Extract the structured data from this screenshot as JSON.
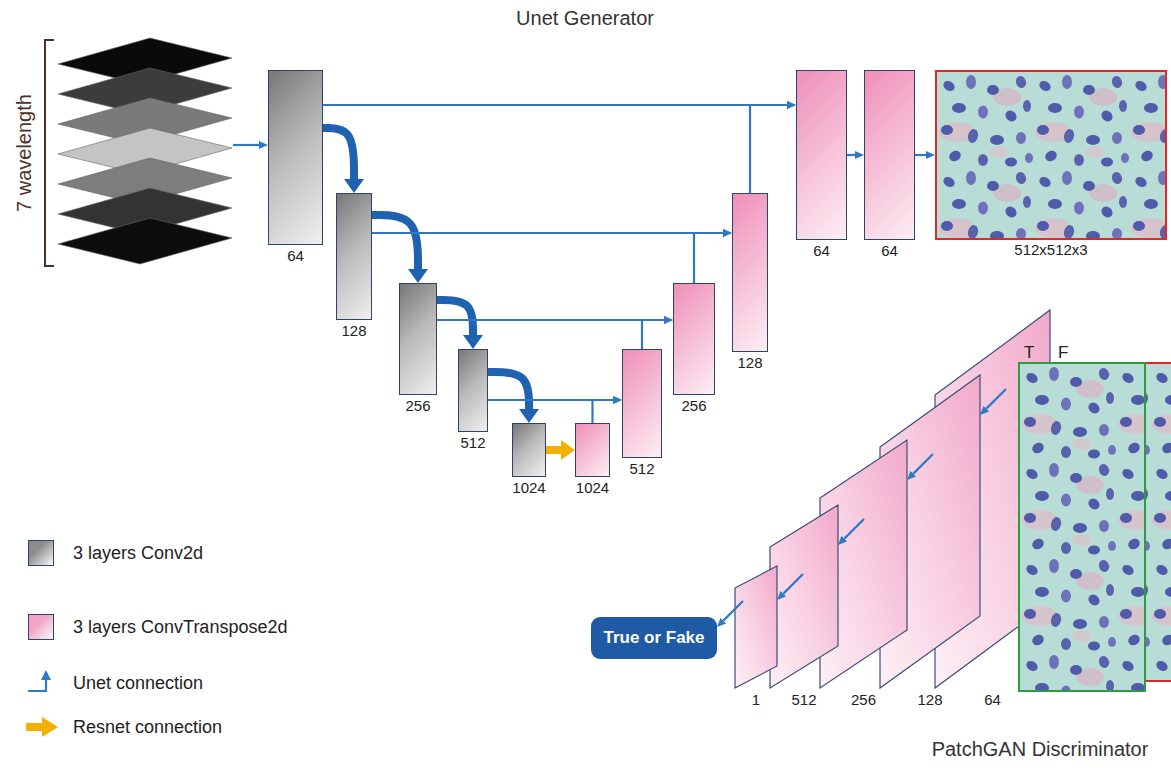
{
  "diagram": {
    "title": "Unet Generator",
    "nodes": [
      {
        "text": [
          "7 wavelength"
        ]
      },
      {
        "text": [
          "64"
        ]
      },
      {
        "text": [
          "128"
        ]
      },
      {
        "text": [
          "256"
        ]
      },
      {
        "text": [
          "512"
        ]
      },
      {
        "text": [
          "1024"
        ]
      },
      {
        "text": [
          "1024"
        ]
      },
      {
        "text": [
          "512"
        ]
      },
      {
        "text": [
          "256"
        ]
      },
      {
        "text": [
          "128"
        ]
      },
      {
        "text": [
          "64"
        ]
      },
      {
        "text": [
          "64"
        ]
      },
      {
        "text": [
          "512x512x3"
        ]
      },
      {
        "text": [
          "True or Fake"
        ]
      },
      {
        "text": [
          "1"
        ]
      },
      {
        "text": [
          "512"
        ]
      },
      {
        "text": [
          "256"
        ]
      },
      {
        "text": [
          "128"
        ]
      },
      {
        "text": [
          "64"
        ]
      },
      {
        "text": [
          "T"
        ]
      },
      {
        "text": [
          "F"
        ]
      }
    ],
    "edges": [
      {
        "from": 0,
        "to": 1,
        "arrow": "to"
      },
      {
        "from": 1,
        "to": 2,
        "arrow": "to"
      },
      {
        "from": 2,
        "to": 3,
        "arrow": "to"
      },
      {
        "from": 3,
        "to": 4,
        "arrow": "to"
      },
      {
        "from": 4,
        "to": 5,
        "arrow": "to"
      },
      {
        "from": 5,
        "to": 6,
        "arrow": "to"
      },
      {
        "from": 1,
        "to": 10,
        "arrow": "to"
      },
      {
        "from": 2,
        "to": 9,
        "arrow": "to"
      },
      {
        "from": 3,
        "to": 8,
        "arrow": "to"
      },
      {
        "from": 4,
        "to": 7,
        "arrow": "to"
      },
      {
        "from": 6,
        "to": 7,
        "arrow": "to"
      },
      {
        "from": 7,
        "to": 8,
        "arrow": "to"
      },
      {
        "from": 8,
        "to": 9,
        "arrow": "to"
      },
      {
        "from": 9,
        "to": 10,
        "arrow": "to"
      },
      {
        "from": 10,
        "to": 11,
        "arrow": "to"
      },
      {
        "from": 11,
        "to": 12,
        "arrow": "to"
      },
      {
        "from": 18,
        "to": 17,
        "arrow": "to"
      },
      {
        "from": 17,
        "to": 16,
        "arrow": "to"
      },
      {
        "from": 16,
        "to": 15,
        "arrow": "to"
      },
      {
        "from": 15,
        "to": 14,
        "arrow": "to"
      },
      {
        "from": 14,
        "to": 13,
        "arrow": "to"
      }
    ],
    "labels": [
      "PatchGAN Discriminator"
    ],
    "legend": [
      {
        "text": "3 layers Conv2d",
        "color": "#8c8c8c"
      },
      {
        "text": "3 layers ConvTranspose2d",
        "color": "#f3a3c6"
      },
      {
        "text": "Unet connection"
      },
      {
        "text": "Resnet connection"
      }
    ]
  }
}
